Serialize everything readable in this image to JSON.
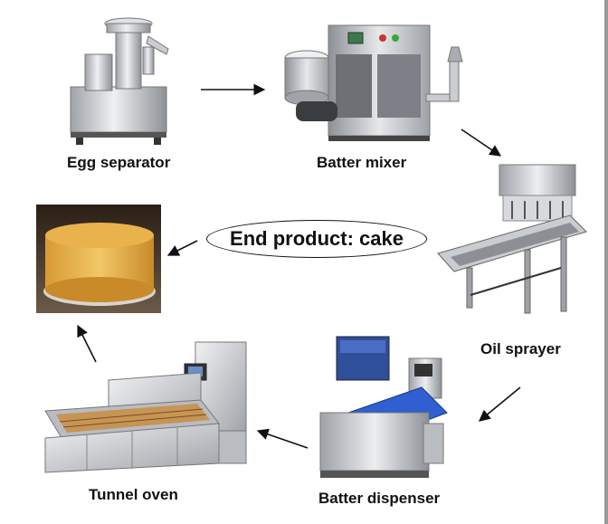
{
  "steps": {
    "egg_separator": "Egg separator",
    "batter_mixer": "Batter mixer",
    "oil_sprayer": "Oil sprayer",
    "batter_dispenser": "Batter dispenser",
    "tunnel_oven": "Tunnel oven"
  },
  "end_product": "End product: cake",
  "colors": {
    "steel": "#c9ccd0",
    "steel_dark": "#8d9196",
    "conveyor_blue": "#2f5fd0",
    "cake": "#e8b24a",
    "text": "#111111"
  }
}
